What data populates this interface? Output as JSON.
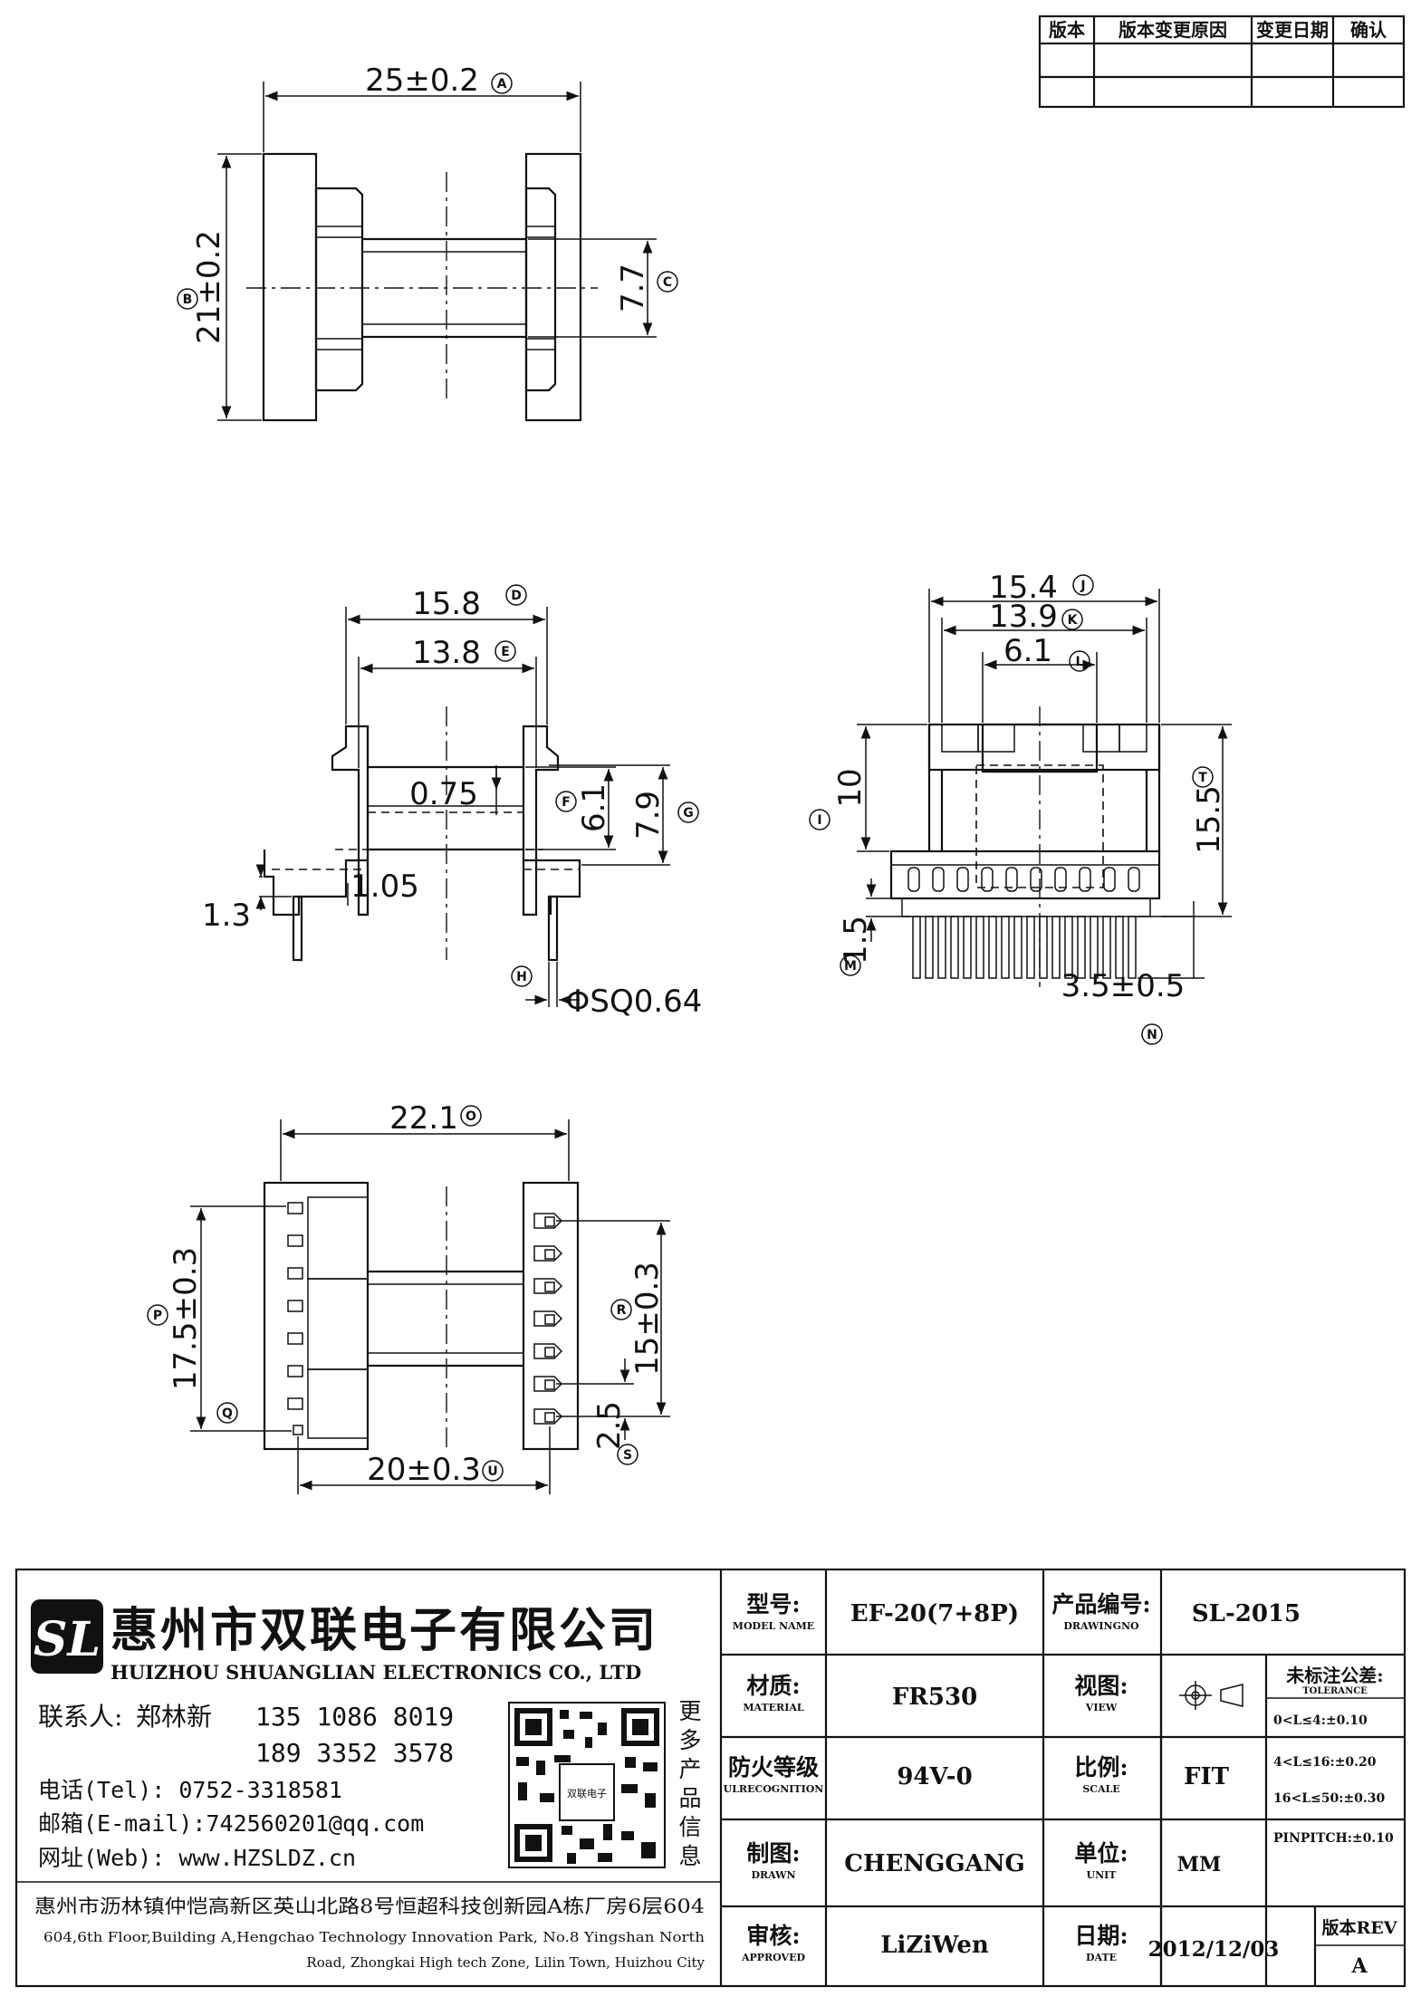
{
  "revision_table": {
    "headers": [
      "版本",
      "版本变更原因",
      "变更日期",
      "确认"
    ]
  },
  "dimensions": {
    "top_width": "25±0.2",
    "top_height": "21±0.2",
    "top_core": "7.7",
    "side_outer": "15.8",
    "side_inner": "13.8",
    "side_075": "0.75",
    "side_61": "6.1",
    "side_79": "7.9",
    "side_105": "1.05",
    "side_13": "1.3",
    "side_pin": "ΦSQ0.64",
    "front_154": "15.4",
    "front_139": "13.9",
    "front_61": "6.1",
    "front_10": "10",
    "front_155": "15.5",
    "front_15": "1.5",
    "front_35": "3.5±0.5",
    "bottom_221": "22.1",
    "bottom_175": "17.5±0.3",
    "bottom_15": "15±0.3",
    "bottom_25": "2.5",
    "bottom_20": "20±0.3"
  },
  "markers": {
    "A": "A",
    "B": "B",
    "C": "C",
    "D": "D",
    "E": "E",
    "F": "F",
    "G": "G",
    "H": "H",
    "I": "I",
    "J": "J",
    "K": "K",
    "L": "L",
    "M": "M",
    "N": "N",
    "O": "O",
    "P": "P",
    "Q": "Q",
    "R": "R",
    "S": "S",
    "T": "T",
    "U": "U"
  },
  "company": {
    "logo_text": "SL",
    "name_cn": "惠州市双联电子有限公司",
    "name_en": "HUIZHOU SHUANGLIAN ELECTRONICS CO., LTD",
    "contact_label": "联系人:",
    "contact_name": "郑林新",
    "phone1": "135 1086 8019",
    "phone2": "189 3352 3578",
    "tel": "电话(Tel): 0752-3318581",
    "email": "邮箱(E-mail):742560201@qq.com",
    "web": "网址(Web): www.HZSLDZ.cn",
    "more_info": "更多产品信息",
    "address_cn": "惠州市沥林镇仲恺高新区英山北路8号恒超科技创新园A栋厂房6层604",
    "address_en_1": "604,6th Floor,Building A,Hengchao Technology Innovation Park, No.8 Yingshan North",
    "address_en_2": "Road, Zhongkai High tech Zone, Lilin Town, Huizhou City",
    "qr_label": "双联电子"
  },
  "title_block": {
    "model_label_cn": "型号:",
    "model_label_en": "MODEL NAME",
    "model_value": "EF-20(7+8P)",
    "drawing_label_cn": "产品编号:",
    "drawing_label_en": "DRAWINGNO",
    "drawing_value": "SL-2015",
    "material_label_cn": "材质:",
    "material_label_en": "MATERIAL",
    "material_value": "FR530",
    "view_label_cn": "视图:",
    "view_label_en": "VIEW",
    "tolerance_label_cn": "未标注公差:",
    "tolerance_label_en": "TOLERANCE",
    "fire_label_cn": "防火等级",
    "fire_label_en": "ULRECOGNITION",
    "fire_value": "94V-0",
    "scale_label_cn": "比例:",
    "scale_label_en": "SCALE",
    "scale_value": "FIT",
    "tol_1": "0<L≤4:±0.10",
    "tol_2": "4<L≤16:±0.20",
    "tol_3": "16<L≤50:±0.30",
    "tol_4": "PINPITCH:±0.10",
    "drawn_label_cn": "制图:",
    "drawn_label_en": "DRAWN",
    "drawn_value": "CHENGGANG",
    "unit_label_cn": "单位:",
    "unit_label_en": "UNIT",
    "unit_value": "MM",
    "approved_label_cn": "审核:",
    "approved_label_en": "APPROVED",
    "approved_value": "LiZiWen",
    "date_label_cn": "日期:",
    "date_label_en": "DATE",
    "date_value": "2012/12/03",
    "rev_label": "版本REV",
    "rev_value": "A"
  }
}
